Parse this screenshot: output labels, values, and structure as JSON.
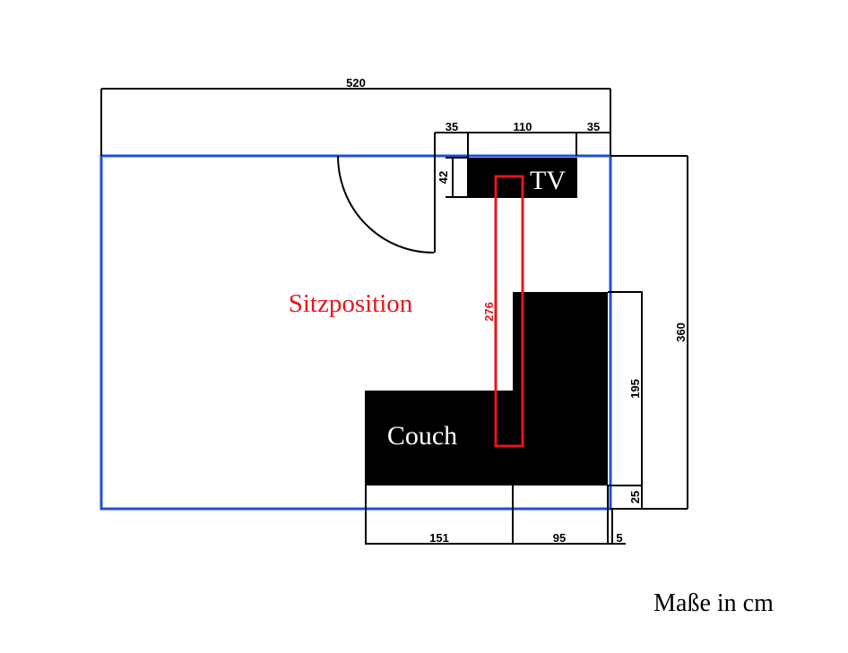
{
  "colors": {
    "wall": "#1f4fd6",
    "furniture": "#000000",
    "seat_line": "#e8141c",
    "seat_label": "#e8141c",
    "dimension": "#000000",
    "furniture_label": "#ffffff"
  },
  "labels": {
    "tv": "TV",
    "couch": "Couch",
    "seating_position": "Sitzposition",
    "units_note": "Maße in cm"
  },
  "dimensions": {
    "room_width": "520",
    "tv_left_gap": "35",
    "tv_width": "110",
    "tv_right_gap": "35",
    "tv_depth": "42",
    "room_depth": "360",
    "couch_arm_length": "195",
    "couch_to_wall": "25",
    "couch_left_length": "151",
    "couch_arm_width": "95",
    "couch_wall_gap": "5",
    "viewing_distance": "276"
  }
}
